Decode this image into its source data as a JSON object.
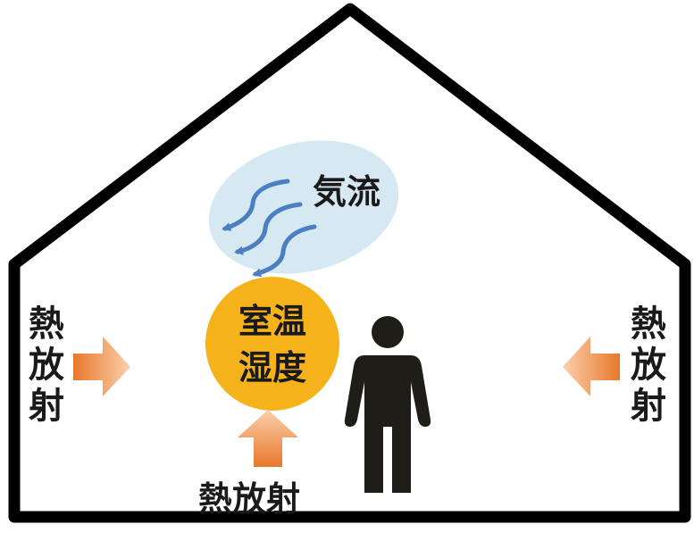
{
  "labels": {
    "airflow": "気流",
    "circle_line1": "室温",
    "circle_line2": "湿度",
    "left_radiation": [
      "熱",
      "放",
      "射"
    ],
    "right_radiation": [
      "熱",
      "放",
      "射"
    ],
    "bottom_radiation": "熱放射"
  },
  "colors": {
    "house_outline": "#000000",
    "airflow_ellipse": "#d6e8f2",
    "airflow_arrow": "#4a7fc1",
    "circle": "#f5b21a",
    "heat_arrow": "#ef8f44",
    "person": "#1e1d17"
  },
  "icons": {
    "person": "person-silhouette-icon",
    "airflow": "airflow-arrows-icon"
  }
}
